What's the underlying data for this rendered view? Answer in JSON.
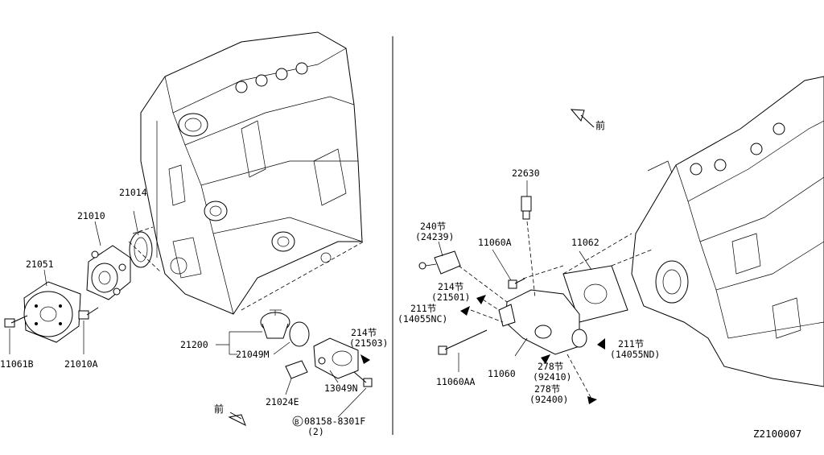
{
  "diagram_code": "Z2100007",
  "front_marker": "前",
  "left_panel": {
    "labels": {
      "p21014": "21014",
      "p21010": "21010",
      "p21051": "21051",
      "p21010A": "21010A",
      "p11061B": "11061B",
      "p21200": "21200",
      "p21049M": "21049M",
      "p214_sect": "214节",
      "p214_ref": "(21503)",
      "p21024E": "21024E",
      "p13049N": "13049N",
      "bolt_mark": "B",
      "bolt_code": "08158-8301F",
      "bolt_qty": "(2)"
    }
  },
  "right_panel": {
    "labels": {
      "p22630": "22630",
      "p240_sect": "240节",
      "p240_ref": "(24239)",
      "p11060A": "11060A",
      "p11062": "11062",
      "p214_sect": "214节",
      "p214_ref": "(21501)",
      "p211a_sect": "211节",
      "p211a_ref": "(14055NC)",
      "p211b_sect": "211节",
      "p211b_ref": "(14055ND)",
      "p11060AA": "11060AA",
      "p11060": "11060",
      "p278a_sect": "278节",
      "p278a_ref": "(92410)",
      "p278b_sect": "278节",
      "p278b_ref": "(92400)"
    }
  }
}
